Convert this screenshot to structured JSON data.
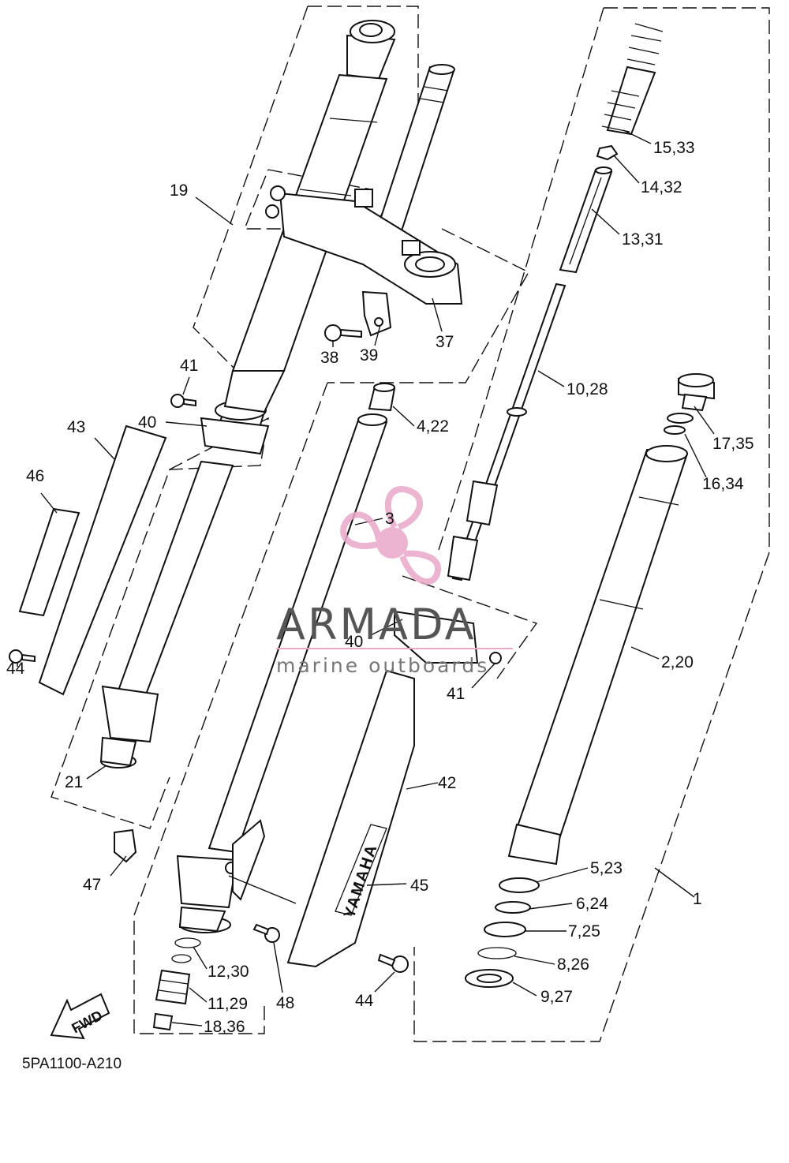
{
  "diagram": {
    "code": "5PA1100-A210",
    "fwd_label": "FWD",
    "watermark": {
      "brand": "ARMADA",
      "tagline": "marine outboards",
      "color": "#e9a8c8"
    },
    "callouts": [
      {
        "id": "c-15-33",
        "label": "15,33"
      },
      {
        "id": "c-14-32",
        "label": "14,32"
      },
      {
        "id": "c-13-31",
        "label": "13,31"
      },
      {
        "id": "c-19",
        "label": "19"
      },
      {
        "id": "c-37",
        "label": "37"
      },
      {
        "id": "c-38",
        "label": "38"
      },
      {
        "id": "c-39",
        "label": "39"
      },
      {
        "id": "c-10-28",
        "label": "10,28"
      },
      {
        "id": "c-41a",
        "label": "41"
      },
      {
        "id": "c-40a",
        "label": "40"
      },
      {
        "id": "c-4-22",
        "label": "4,22"
      },
      {
        "id": "c-17-35",
        "label": "17,35"
      },
      {
        "id": "c-43",
        "label": "43"
      },
      {
        "id": "c-46",
        "label": "46"
      },
      {
        "id": "c-16-34",
        "label": "16,34"
      },
      {
        "id": "c-3",
        "label": "3"
      },
      {
        "id": "c-40b",
        "label": "40"
      },
      {
        "id": "c-44a",
        "label": "44"
      },
      {
        "id": "c-41b",
        "label": "41"
      },
      {
        "id": "c-2-20",
        "label": "2,20"
      },
      {
        "id": "c-21",
        "label": "21"
      },
      {
        "id": "c-42",
        "label": "42"
      },
      {
        "id": "c-5-23",
        "label": "5,23"
      },
      {
        "id": "c-47",
        "label": "47"
      },
      {
        "id": "c-45",
        "label": "45"
      },
      {
        "id": "c-1",
        "label": "1"
      },
      {
        "id": "c-6-24",
        "label": "6,24"
      },
      {
        "id": "c-7-25",
        "label": "7,25"
      },
      {
        "id": "c-12-30",
        "label": "12,30"
      },
      {
        "id": "c-8-26",
        "label": "8,26"
      },
      {
        "id": "c-9-27",
        "label": "9,27"
      },
      {
        "id": "c-11-29",
        "label": "11,29"
      },
      {
        "id": "c-48",
        "label": "48"
      },
      {
        "id": "c-44b",
        "label": "44"
      },
      {
        "id": "c-18-36",
        "label": "18,36"
      }
    ]
  }
}
